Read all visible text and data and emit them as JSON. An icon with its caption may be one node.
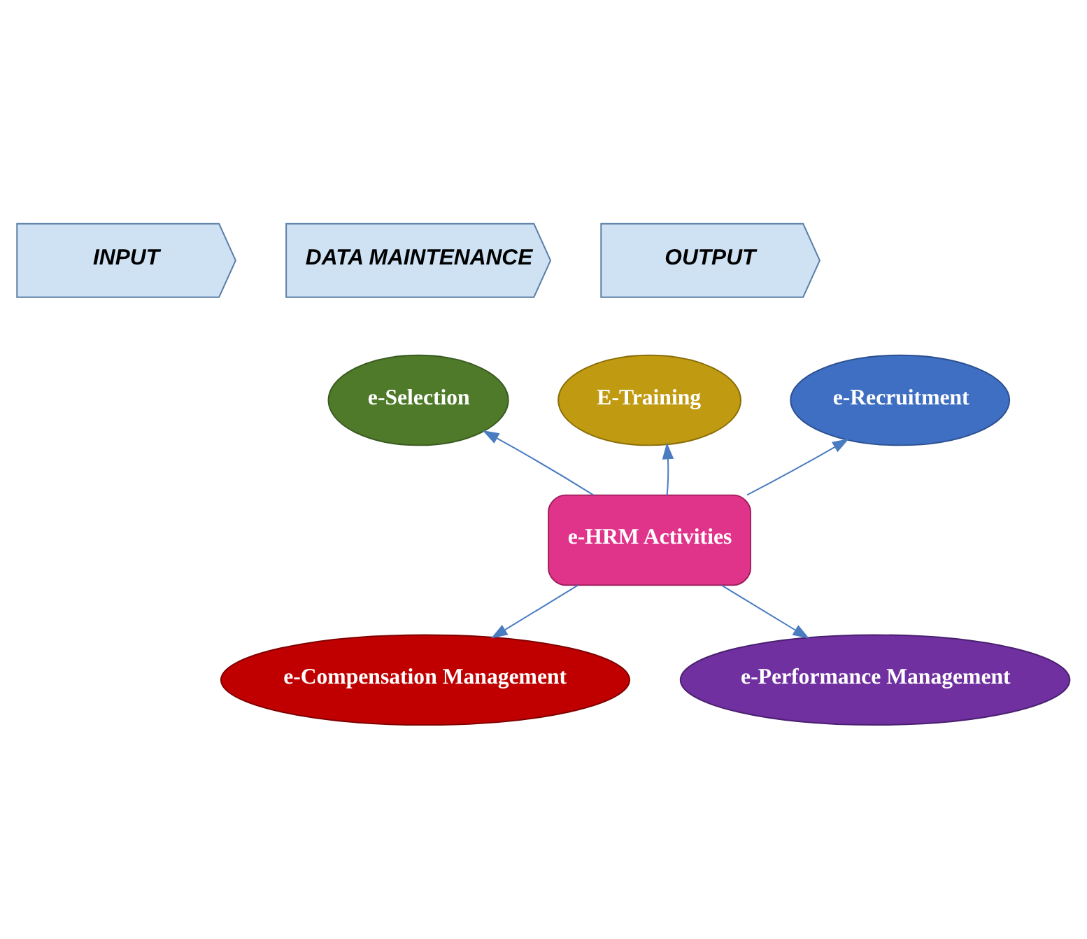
{
  "diagram": {
    "nodes": [
      {
        "text": [
          "INPUT"
        ]
      },
      {
        "text": [
          "DATA MAINTENANCE"
        ]
      },
      {
        "text": [
          "OUTPUT"
        ]
      },
      {
        "text": [
          "e-Selection"
        ]
      },
      {
        "text": [
          "E-Training"
        ]
      },
      {
        "text": [
          "e-Recruitment"
        ]
      },
      {
        "text": [
          "e-HRM Activities"
        ]
      },
      {
        "text": [
          "e-Compensation Management"
        ]
      },
      {
        "text": [
          "e-Performance Management"
        ]
      }
    ],
    "edges": [
      {
        "from": 6,
        "to": 3,
        "arrow": "to"
      },
      {
        "from": 6,
        "to": 4,
        "arrow": "to"
      },
      {
        "from": 6,
        "to": 5,
        "arrow": "to"
      },
      {
        "from": 6,
        "to": 7,
        "arrow": "to"
      },
      {
        "from": 6,
        "to": 8,
        "arrow": "to"
      }
    ]
  }
}
